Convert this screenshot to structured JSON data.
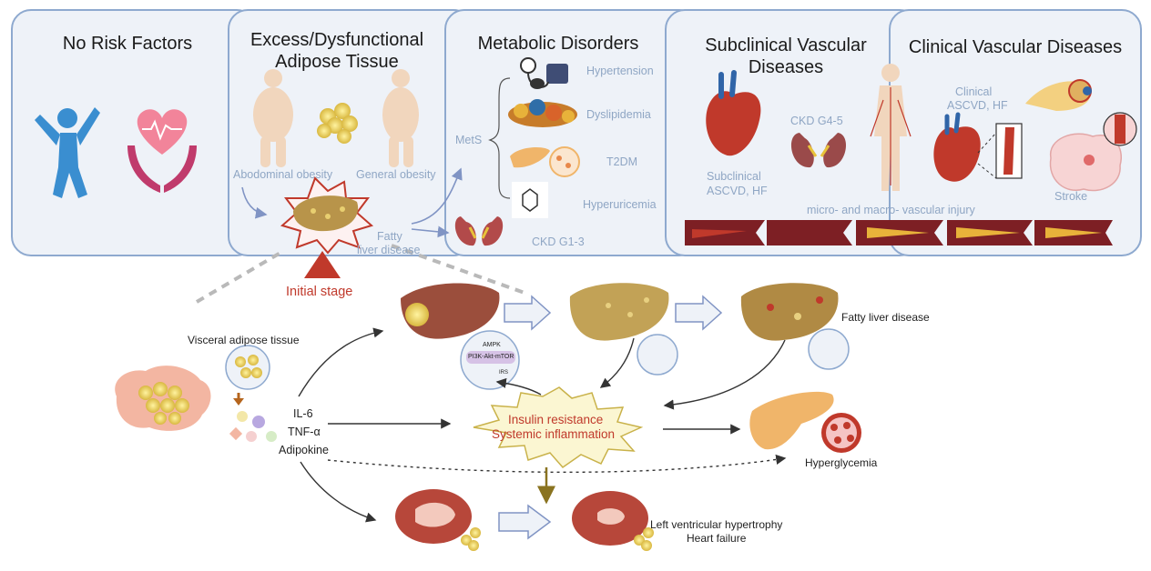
{
  "panels": [
    {
      "title": "No Risk Factors"
    },
    {
      "title_line1": "Excess/Dysfunctional",
      "title_line2": "Adipose Tissue"
    },
    {
      "title": "Metabolic Disorders"
    },
    {
      "title_line1": "Subclinical Vascular",
      "title_line2": "Diseases"
    },
    {
      "title": "Clinical Vascular Diseases"
    }
  ],
  "adipose": {
    "abdominal": "Abodominal obesity",
    "general": "General obesity",
    "fatty_line1": "Fatty",
    "fatty_line2": "liver disease",
    "initial_stage": "Initial stage"
  },
  "metabolic": {
    "mets": "MetS",
    "hypertension": "Hypertension",
    "dyslipidemia": "Dyslipidemia",
    "t2dm": "T2DM",
    "hyperuricemia": "Hyperuricemia",
    "ckd_early": "CKD G1-3"
  },
  "subclinical": {
    "ckd_late": "CKD G4-5",
    "ascvd_line1": "Subclinical",
    "ascvd_line2": "ASCVD, HF",
    "injury": "micro- and macro- vascular injury"
  },
  "clinical": {
    "ascvd_line1": "Clinical",
    "ascvd_line2": "ASCVD, HF",
    "stroke": "Stroke"
  },
  "mechanism": {
    "vat": "Visceral adipose tissue",
    "il6": "IL-6",
    "tnf": "TNF-α",
    "adipokine": "Adipokine",
    "ampk": "AMPK",
    "pi3k": "PI3K-Akt-mTOR",
    "irs": "IRS",
    "ir_line1": "Insulin resistance",
    "ir_line2": "Systemic inflammation",
    "fld": "Fatty liver disease",
    "hyperglycemia": "Hyperglycemia",
    "lvh": "Left ventricular hypertrophy",
    "hf": "Heart failure"
  },
  "colors": {
    "panel_fill": "#eef2f8",
    "panel_border": "#8ea9cf",
    "label": "#8fa6c4",
    "accent_red": "#c0392b",
    "arrow_blue": "#8094c4",
    "liver": "#b8944a"
  }
}
